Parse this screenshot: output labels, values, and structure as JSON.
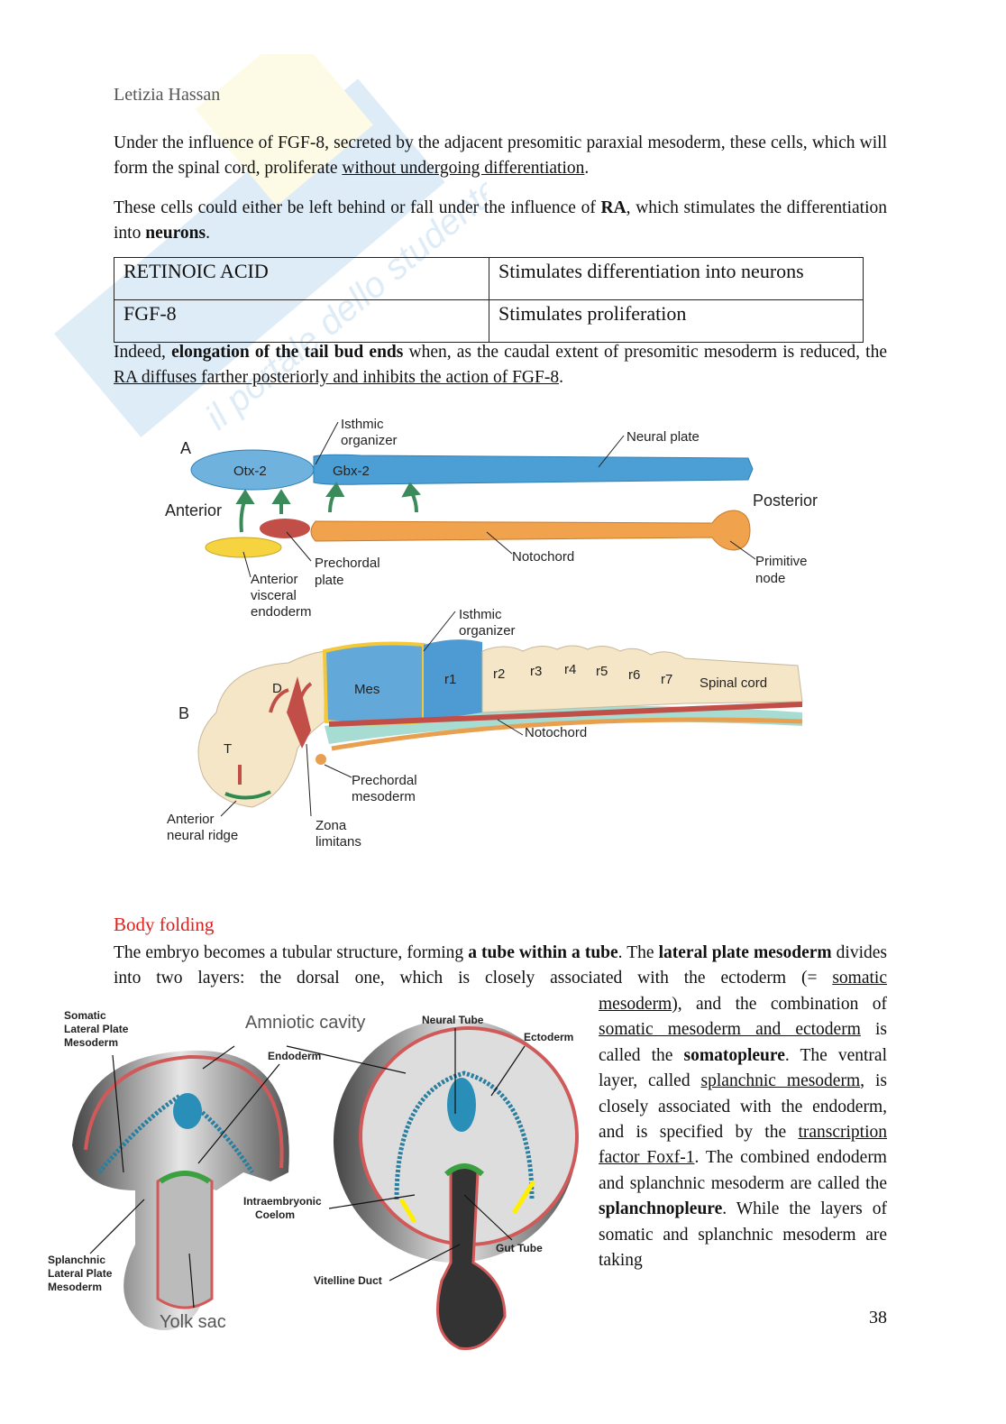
{
  "header": {
    "author": "Letizia Hassan"
  },
  "watermark": {
    "text": "il portale dello studente",
    "colors": [
      "#3a8fd0",
      "#f5e96a"
    ]
  },
  "paragraphs": {
    "intro": [
      {
        "t": "Under the influence of FGF-8, secreted by the adjacent presomitic paraxial mesoderm, these cells, which will form the spinal cord, proliferate "
      },
      {
        "t": "without undergoing differentiation",
        "u": true
      },
      {
        "t": "."
      }
    ],
    "second": [
      {
        "t": "These cells could either be left behind or fall under the influence of "
      },
      {
        "t": "RA",
        "b": true
      },
      {
        "t": ", which stimulates the differentiation into "
      },
      {
        "t": "neurons",
        "b": true
      },
      {
        "t": "."
      }
    ],
    "indeed": [
      {
        "t": "Indeed, "
      },
      {
        "t": "elongation of the tail bud ends",
        "b": true
      },
      {
        "t": " when, as the caudal extent of presomitic mesoderm is reduced, the "
      },
      {
        "t": "RA diffuses farther posteriorly and inhibits the action of FGF-8",
        "u": true
      },
      {
        "t": "."
      }
    ],
    "body_full": [
      {
        "t": "The embryo becomes a tubular structure, forming "
      },
      {
        "t": "a tube within a tube",
        "b": true
      },
      {
        "t": ". The "
      },
      {
        "t": "lateral plate mesoderm",
        "b": true
      },
      {
        "t": " divides into two layers: the dorsal one, which is closely associated with the ectoderm (= "
      },
      {
        "t": "somatic",
        "u": true
      }
    ],
    "body_column": [
      {
        "t": "mesoderm",
        "u": true
      },
      {
        "t": "), and the combination of "
      },
      {
        "t": "somatic mesoderm and ectoderm",
        "u": true
      },
      {
        "t": " is called the "
      },
      {
        "t": "somatopleure",
        "b": true
      },
      {
        "t": ". The ventral layer, called "
      },
      {
        "t": "splanchnic mesoderm",
        "u": true
      },
      {
        "t": ", is closely associated with the endoderm, and is specified by the "
      },
      {
        "t": "transcription factor Foxf-1",
        "u": true
      },
      {
        "t": ". The combined endoderm and splanchnic mesoderm are called the "
      },
      {
        "t": "splanchnopleure",
        "b": true
      },
      {
        "t": ". While the layers of somatic and splanchnic mesoderm are taking"
      }
    ]
  },
  "table": {
    "rows": [
      {
        "factor": "RETINOIC ACID",
        "effect": "Stimulates differentiation into neurons"
      },
      {
        "factor": "FGF-8",
        "effect": "Stimulates proliferation"
      }
    ]
  },
  "figure1": {
    "panel_a": {
      "letter": "A",
      "isthmic_1": "Isthmic",
      "isthmic_2": "organizer",
      "neural_plate": "Neural plate",
      "otx2": "Otx-2",
      "gbx2": "Gbx-2",
      "anterior": "Anterior",
      "posterior": "Posterior",
      "prechordal_1": "Prechordal",
      "prechordal_2": "plate",
      "notochord": "Notochord",
      "node_1": "Primitive",
      "node_2": "node",
      "ave_1": "Anterior",
      "ave_2": "visceral",
      "ave_3": "endoderm"
    },
    "panel_b": {
      "letter": "B",
      "isthmic_1": "Isthmic",
      "isthmic_2": "organizer",
      "mes": "Mes",
      "r1": "r1",
      "r2": "r2",
      "r3": "r3",
      "r4": "r4",
      "r5": "r5",
      "r6": "r6",
      "r7": "r7",
      "spinal_cord": "Spinal cord",
      "d": "D",
      "t": "T",
      "notochord": "Notochord",
      "prechordal_1": "Prechordal",
      "prechordal_2": "mesoderm",
      "anr_1": "Anterior",
      "anr_2": "neural ridge",
      "zona_1": "Zona",
      "zona_2": "limitans"
    }
  },
  "section": {
    "title": "Body folding"
  },
  "figure2": {
    "somatic_1": "Somatic",
    "somatic_2": "Lateral Plate",
    "somatic_3": "Mesoderm",
    "amniotic": "Amniotic cavity",
    "endoderm": "Endoderm",
    "neural_tube": "Neural Tube",
    "ectoderm": "Ectoderm",
    "coelom_1": "Intraembryonic",
    "coelom_2": "Coelom",
    "gut_tube": "Gut Tube",
    "splanchnic_1": "Splanchnic",
    "splanchnic_2": "Lateral Plate",
    "splanchnic_3": "Mesoderm",
    "vitelline": "Vitelline Duct",
    "yolk_sac": "Yolk sac"
  },
  "footer": {
    "page_number": "38"
  }
}
